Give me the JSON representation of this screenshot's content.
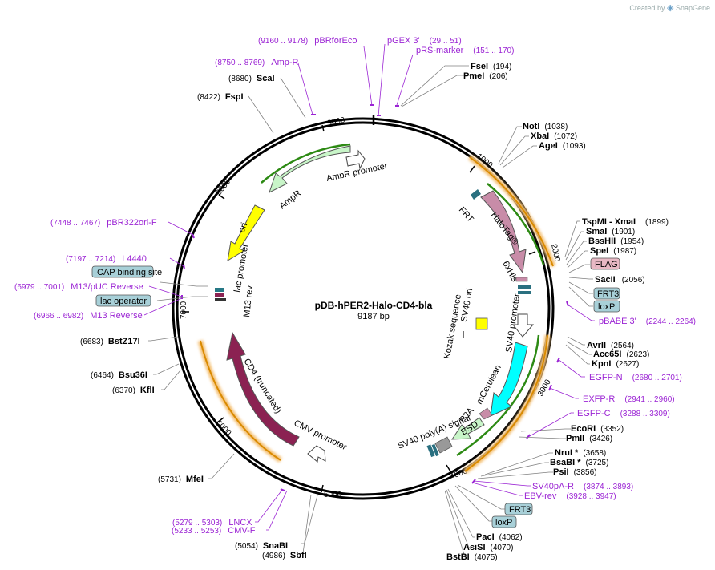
{
  "branding": {
    "created_by": "Created by",
    "product": "SnapGene"
  },
  "map": {
    "name": "pDB-hPER2-Halo-CD4-bla",
    "length": "9187 bp"
  },
  "ticks": [
    "1000",
    "2000",
    "3000",
    "4000",
    "5000",
    "6000",
    "7000",
    "8000",
    "9000"
  ],
  "enzymes": {
    "FseI": {
      "name": "FseI",
      "pos": "(194)"
    },
    "PmeI": {
      "name": "PmeI",
      "pos": "(206)"
    },
    "NotI": {
      "name": "NotI",
      "pos": "(1038)"
    },
    "XbaI": {
      "name": "XbaI",
      "pos": "(1072)"
    },
    "AgeI": {
      "name": "AgeI",
      "pos": "(1093)"
    },
    "TspMI": {
      "name": "TspMI  - XmaI",
      "pos": "(1899)"
    },
    "SmaI": {
      "name": "SmaI",
      "pos": "(1901)"
    },
    "BssHII": {
      "name": "BssHII",
      "pos": "(1954)"
    },
    "SpeI": {
      "name": "SpeI",
      "pos": "(1987)"
    },
    "SacII": {
      "name": "SacII",
      "pos": "(2056)"
    },
    "AvrII": {
      "name": "AvrII",
      "pos": "(2564)"
    },
    "Acc65I": {
      "name": "Acc65I",
      "pos": "(2623)"
    },
    "KpnI": {
      "name": "KpnI",
      "pos": "(2627)"
    },
    "EcoRI": {
      "name": "EcoRI",
      "pos": "(3352)"
    },
    "PmlI": {
      "name": "PmlI",
      "pos": "(3426)"
    },
    "NruI": {
      "name": "NruI *",
      "pos": "(3658)"
    },
    "BsaBI": {
      "name": "BsaBI *",
      "pos": "(3725)"
    },
    "PsiI": {
      "name": "PsiI",
      "pos": "(3856)"
    },
    "PacI": {
      "name": "PacI",
      "pos": "(4062)"
    },
    "AsiSI": {
      "name": "AsiSI",
      "pos": "(4070)"
    },
    "BstBI": {
      "name": "BstBI",
      "pos": "(4075)"
    },
    "SbfI": {
      "name": "SbfI",
      "pos": "(4986)"
    },
    "SnaBI": {
      "name": "SnaBI",
      "pos": "(5054)"
    },
    "MfeI": {
      "name": "MfeI",
      "pos": "(5731)"
    },
    "KflI": {
      "name": "KflI",
      "pos": "(6370)"
    },
    "Bsu36I": {
      "name": "Bsu36I",
      "pos": "(6464)"
    },
    "BstZ17I": {
      "name": "BstZ17I",
      "pos": "(6683)"
    },
    "FspI": {
      "name": "FspI",
      "pos": "(8422)"
    },
    "ScaI": {
      "name": "ScaI",
      "pos": "(8680)"
    }
  },
  "primers": {
    "pBRforEco": {
      "name": "pBRforEco",
      "pos": "(9160 .. 9178)"
    },
    "pGEX3": {
      "name": "pGEX 3'",
      "pos": "(29 .. 51)"
    },
    "pRSmarker": {
      "name": "pRS-marker",
      "pos": "(151 .. 170)"
    },
    "AmpR": {
      "name": "Amp-R",
      "pos": "(8750 .. 8769)"
    },
    "pBR322ori": {
      "name": "pBR322ori-F",
      "pos": "(7448 .. 7467)"
    },
    "L4440": {
      "name": "L4440",
      "pos": "(7197 .. 7214)"
    },
    "M13pUC": {
      "name": "M13/pUC Reverse",
      "pos": "(6979 .. 7001)"
    },
    "M13rev": {
      "name": "M13 Reverse",
      "pos": "(6966 .. 6982)"
    },
    "pBABE3": {
      "name": "pBABE 3'",
      "pos": "(2244 .. 2264)"
    },
    "EGFPN": {
      "name": "EGFP-N",
      "pos": "(2680 .. 2701)"
    },
    "EGFPR": {
      "name": "EXFP-R",
      "pos": "(2941 .. 2960)"
    },
    "EGFPC": {
      "name": "EGFP-C",
      "pos": "(3288 .. 3309)"
    },
    "SV40pAR": {
      "name": "SV40pA-R",
      "pos": "(3874 .. 3893)"
    },
    "EBVrev": {
      "name": "EBV-rev",
      "pos": "(3928 .. 3947)"
    },
    "LNCX": {
      "name": "LNCX",
      "pos": "(5279 .. 5303)"
    },
    "CMVF": {
      "name": "CMV-F",
      "pos": "(5233 .. 5253)"
    }
  },
  "boxes": {
    "cap": "CAP binding site",
    "lacop": "lac operator",
    "flag": "FLAG",
    "frt3a": "FRT3",
    "loxpa": "loxP",
    "frt3b": "FRT3",
    "loxpb": "loxP"
  },
  "features": {
    "ampr": "AmpR",
    "ampr_promoter": "AmpR promoter",
    "ori": "ori",
    "lac_promoter": "lac promoter",
    "m13rev": "M13 rev",
    "frt": "FRT",
    "halotag": "HaloTag®",
    "sixhis": "6xHis",
    "sv40_promoter": "SV40 promoter",
    "sv40_ori": "SV40 ori",
    "kozak": "Kozak sequence",
    "mcerulean": "mCerulean",
    "p2a": "P2A",
    "bsd": "BSD",
    "sv40_polya": "SV40 poly(A) signal",
    "cd4": "CD4 (truncated)",
    "cmv_promoter": "CMV promoter"
  },
  "colors": {
    "ampr": "#c8f5c8",
    "ori": "#ffff00",
    "halotag": "#c88ca8",
    "mcerulean": "#00ffff",
    "cd4": "#8b2252",
    "sv40": "#ffffff",
    "gene_arc_green": "#2d8a14",
    "orange_arc": "#d98a00",
    "primer": "#9b24d4",
    "box_blue": "#a8d0d8",
    "box_pink": "#e8b8c4"
  }
}
